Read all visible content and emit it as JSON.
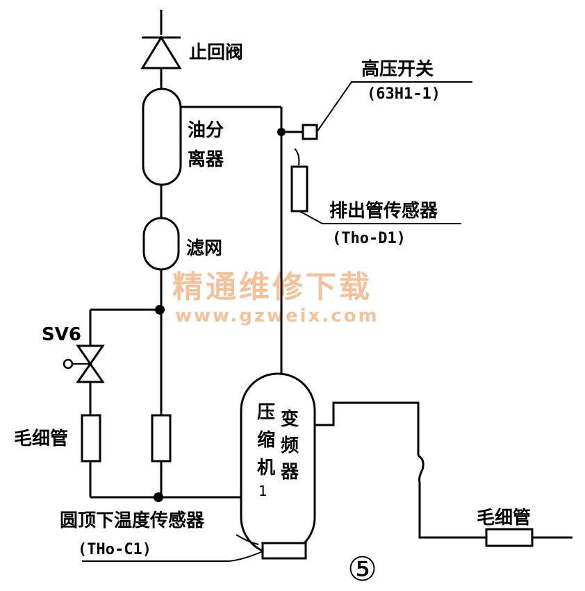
{
  "labels": {
    "check_valve": "止回阀",
    "high_pressure_switch": "高压开关",
    "high_pressure_switch_code": "(63H1-1)",
    "oil_separator_line1": "油分",
    "oil_separator_line2": "离器",
    "discharge_sensor": "排出管传感器",
    "discharge_sensor_code": "(Tho-D1)",
    "strainer": "滤网",
    "sv6": "SV6",
    "capillary_left": "毛细管",
    "capillary_right": "毛细管",
    "compressor_chars": [
      "压",
      "缩",
      "机"
    ],
    "compressor_number": "1",
    "inverter_chars": [
      "变",
      "频",
      "器"
    ],
    "dome_sensor": "圆顶下温度传感器",
    "dome_sensor_code": "(THo-C1)",
    "figure_number": "⑤"
  },
  "watermark": {
    "line1": "精通维修下载",
    "line2": "www.gzweix.com"
  },
  "colors": {
    "line": "#000000",
    "watermark": "#f4c29a"
  }
}
